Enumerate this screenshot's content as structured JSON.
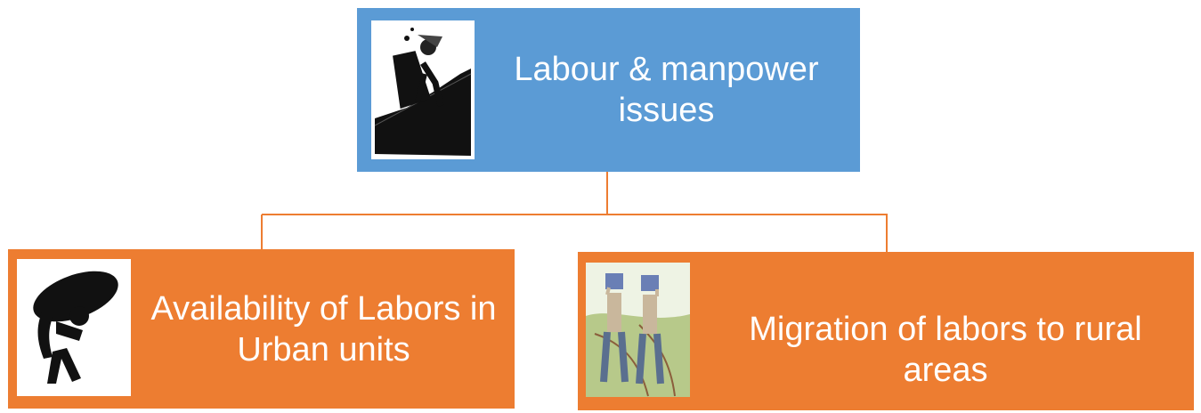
{
  "colors": {
    "root_fill": "#5b9bd5",
    "child_fill": "#ed7d31",
    "connector": "#ed7d31"
  },
  "diagram": {
    "root": {
      "label": "Labour & manpower issues",
      "icon": "worker-climbing-slope-icon"
    },
    "children": [
      {
        "label": "Availability of Labors in Urban units",
        "icon": "person-carrying-load-icon"
      },
      {
        "label": "Migration of labors to rural areas",
        "icon": "two-workers-carrying-baskets-icon"
      }
    ]
  }
}
